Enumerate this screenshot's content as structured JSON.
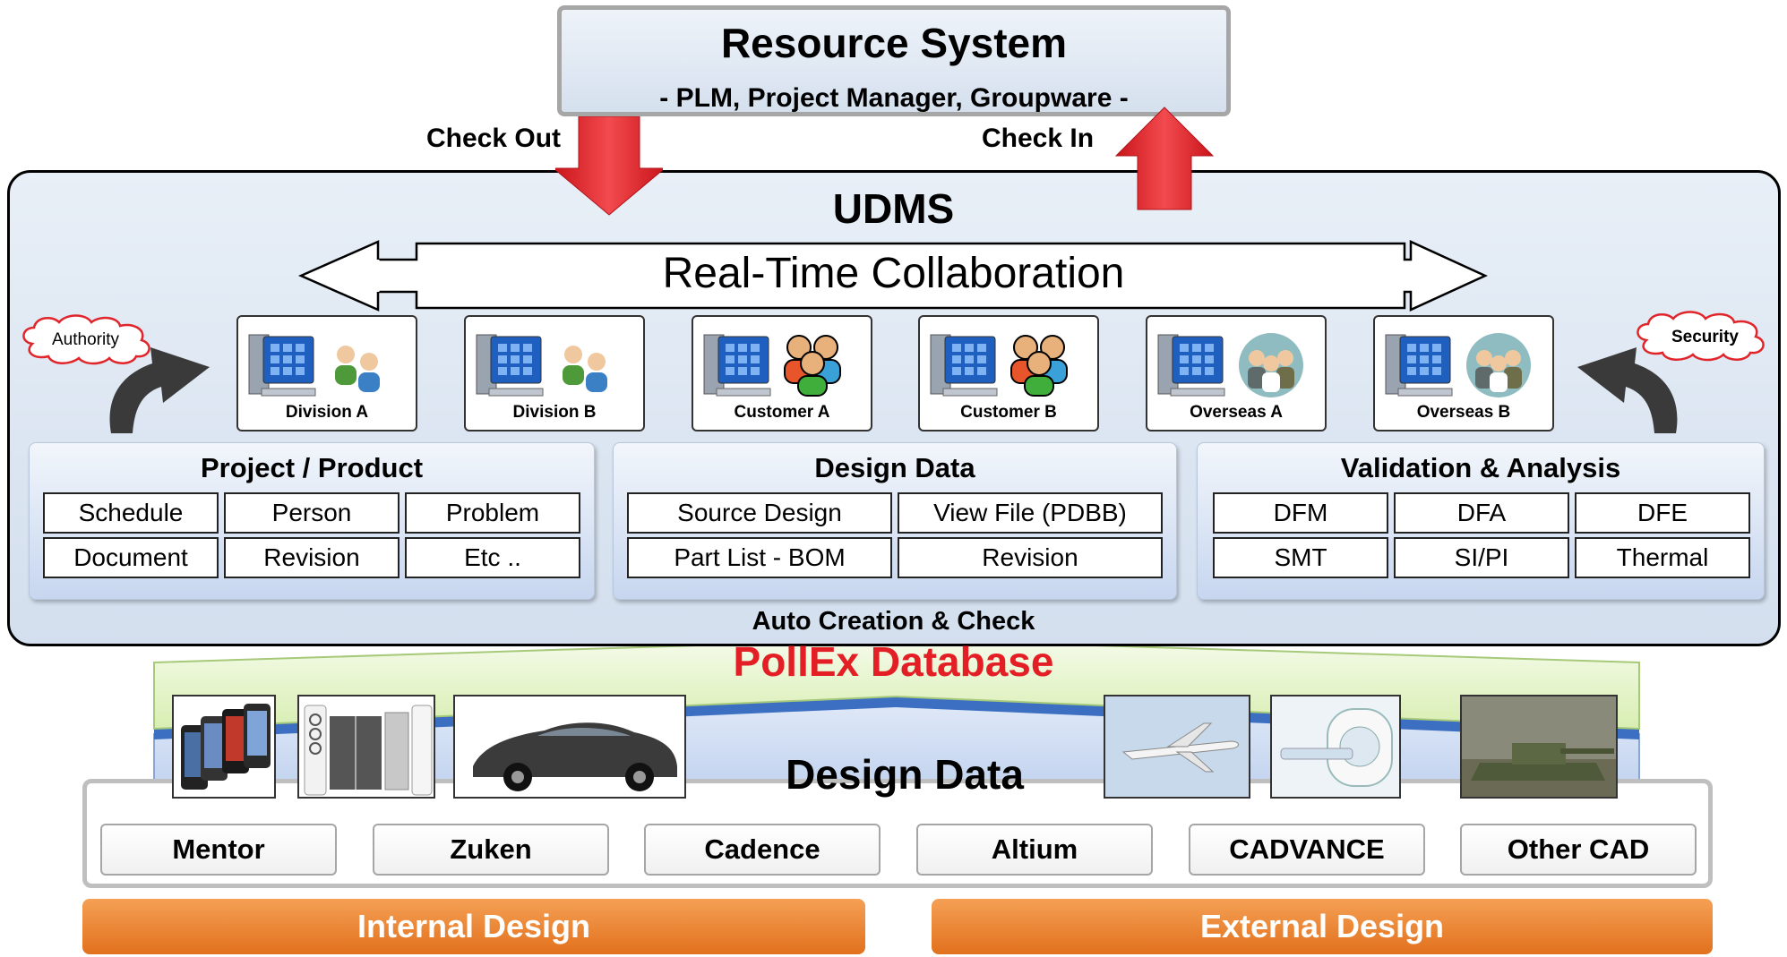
{
  "resource_system": {
    "title": "Resource System",
    "subtitle": "- PLM, Project Manager, Groupware -"
  },
  "check_out_label": "Check Out",
  "check_in_label": "Check In",
  "udms": {
    "title": "UDMS",
    "collaboration": "Real-Time Collaboration",
    "authority_label": "Authority",
    "security_label": "Security",
    "sites": [
      {
        "label": "Division A",
        "icon": "users-small-icon"
      },
      {
        "label": "Division B",
        "icon": "users-small-icon"
      },
      {
        "label": "Customer A",
        "icon": "users-color-icon"
      },
      {
        "label": "Customer B",
        "icon": "users-color-icon"
      },
      {
        "label": "Overseas A",
        "icon": "users-circle-icon"
      },
      {
        "label": "Overseas B",
        "icon": "users-circle-icon"
      }
    ],
    "panels": [
      {
        "title": "Project / Product",
        "cells": [
          "Schedule",
          "Person",
          "Problem",
          "Document",
          "Revision",
          "Etc .."
        ]
      },
      {
        "title": "Design Data",
        "cells": [
          "Source Design",
          "View File (PDBB)",
          "Part List - BOM",
          "Revision"
        ]
      },
      {
        "title": "Validation & Analysis",
        "cells": [
          "DFM",
          "DFA",
          "DFE",
          "SMT",
          "SI/PI",
          "Thermal"
        ]
      }
    ]
  },
  "auto_creation_label": "Auto Creation & Check",
  "pollex_database": "PollEx Database",
  "design_data_label": "Design Data",
  "cad_tools": [
    "Mentor",
    "Zuken",
    "Cadence",
    "Altium",
    "CADVANCE",
    "Other CAD"
  ],
  "footer": {
    "internal": "Internal Design",
    "external": "External Design"
  },
  "colors": {
    "arrow_red": "#e0252b",
    "pollex_red": "#e31e24",
    "footer_orange": "#e8802a",
    "panel_blue": "#c7d6ef",
    "pollex_green": "#e3f3c6"
  }
}
